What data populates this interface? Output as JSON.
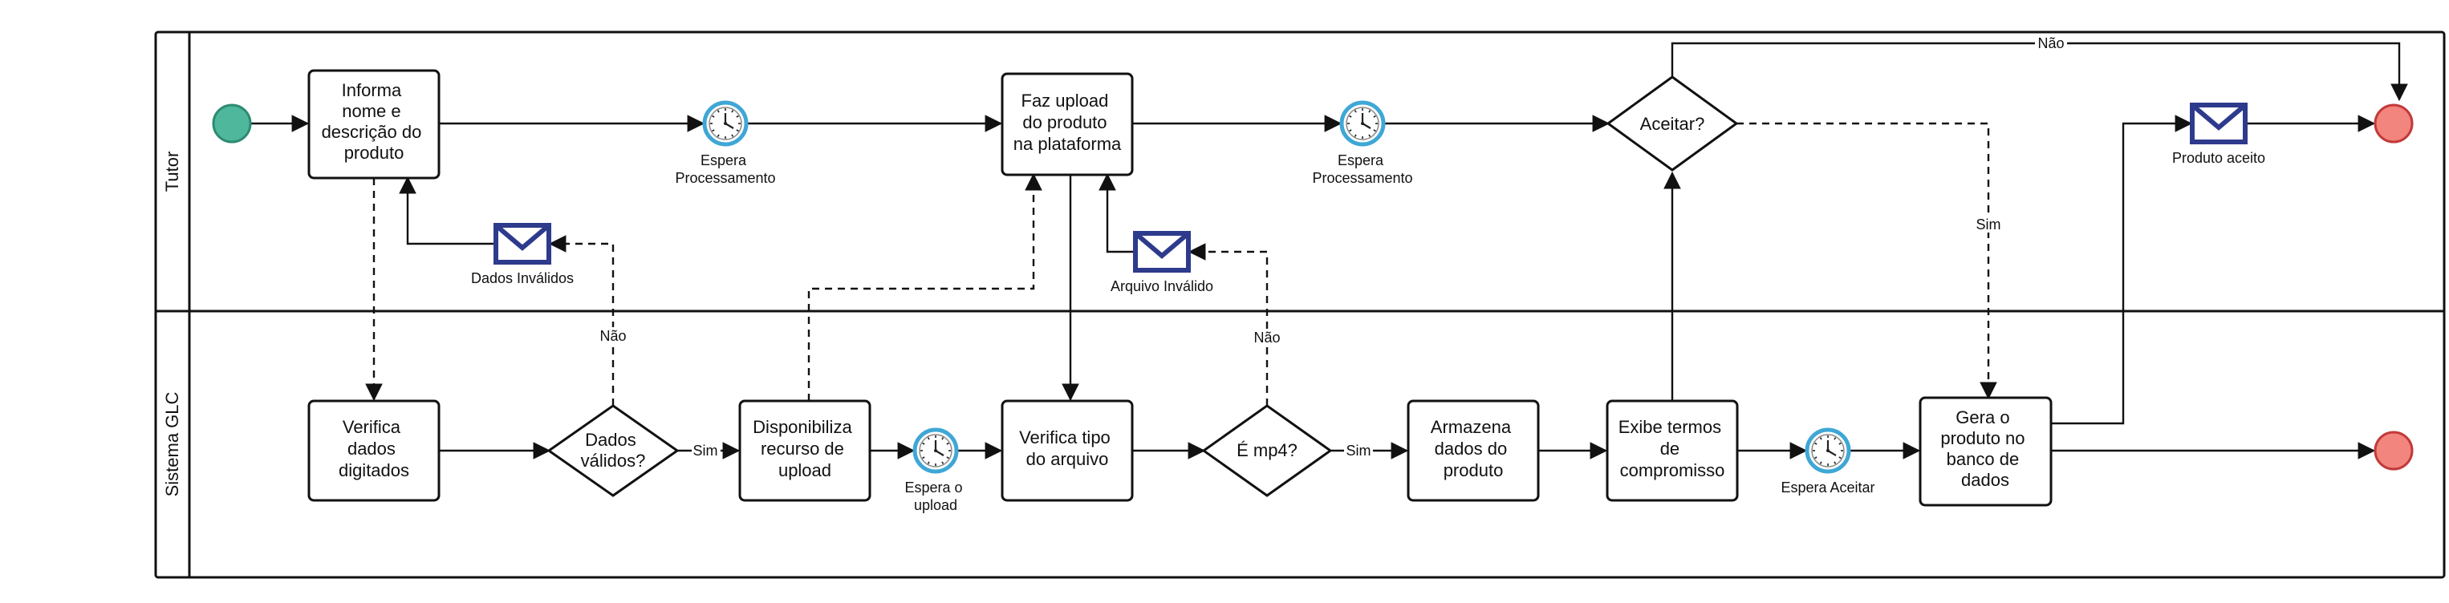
{
  "colors": {
    "start_event": "#4fb89c",
    "end_event": "#f2857d",
    "end_event_stroke": "#c23a3a",
    "start_event_stroke": "#2e8b72",
    "message": "#2e3a8c",
    "timer_ring": "#3fa7d6",
    "line": "#111111"
  },
  "lanes": [
    {
      "name": "Tutor"
    },
    {
      "name": "Sistema GLC"
    }
  ],
  "tasks": {
    "informa": [
      "Informa",
      "nome e",
      "descrição do",
      "produto"
    ],
    "upload": [
      "Faz upload",
      "do produto",
      "na plataforma"
    ],
    "verifica_dados": [
      "Verifica",
      "dados",
      "digitados"
    ],
    "disponibiliza": [
      "Disponibiliza",
      "recurso de",
      "upload"
    ],
    "verifica_tipo": [
      "Verifica tipo",
      "do arquivo"
    ],
    "armazena": [
      "Armazena",
      "dados do",
      "produto"
    ],
    "exibe": [
      "Exibe termos",
      "de",
      "compromisso"
    ],
    "gera": [
      "Gera o",
      "produto no",
      "banco de",
      "dados"
    ]
  },
  "gateways": {
    "aceitar": [
      "Aceitar?"
    ],
    "dados_validos": [
      "Dados",
      "válidos?"
    ],
    "mp4": [
      "É mp4?"
    ]
  },
  "timers": {
    "t1": [
      "Espera",
      "Processamento"
    ],
    "t2": [
      "Espera",
      "Processamento"
    ],
    "t3": [
      "Espera o",
      "upload"
    ],
    "t4": [
      "Espera Aceitar"
    ]
  },
  "messages": {
    "dados_invalidos": "Dados Inválidos",
    "arquivo_invalido": "Arquivo Inválido",
    "produto_aceito": "Produto aceito"
  },
  "edge_labels": {
    "nao_top": "Não",
    "sim_right": "Sim",
    "nao_dados": "Não",
    "sim_dados": "Sim",
    "nao_mp4": "Não",
    "sim_mp4": "Sim"
  }
}
